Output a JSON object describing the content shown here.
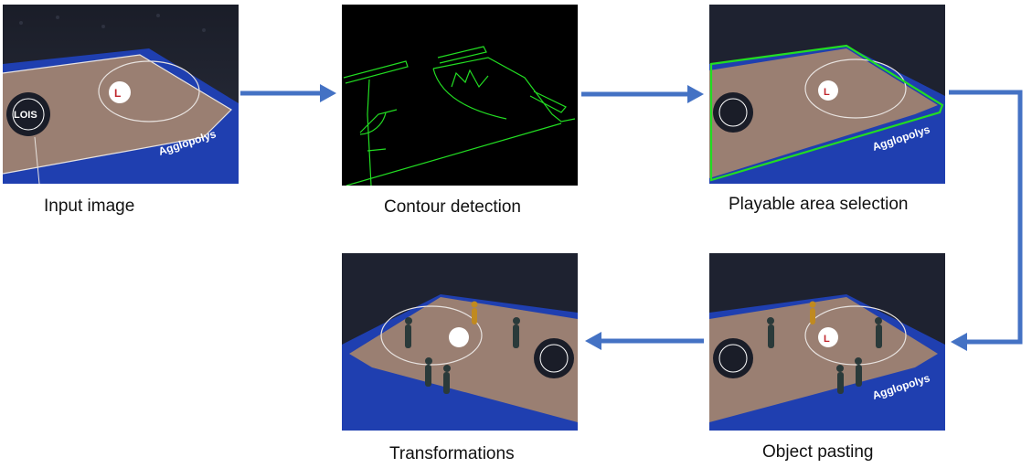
{
  "stages": {
    "input": {
      "caption": "Input image"
    },
    "contour": {
      "caption": "Contour detection"
    },
    "playable": {
      "caption": "Playable area selection"
    },
    "pasting": {
      "caption": "Object pasting"
    },
    "transform": {
      "caption": "Transformations"
    }
  },
  "court_text": {
    "sponsor": "Agglopolys",
    "logo": "LOIS"
  },
  "colors": {
    "arrow": "#4472c4",
    "contour": "#22dd22",
    "court_floor": "#9a7f72",
    "court_border": "#1f3fb0",
    "background_dark": "#0c0f18"
  }
}
